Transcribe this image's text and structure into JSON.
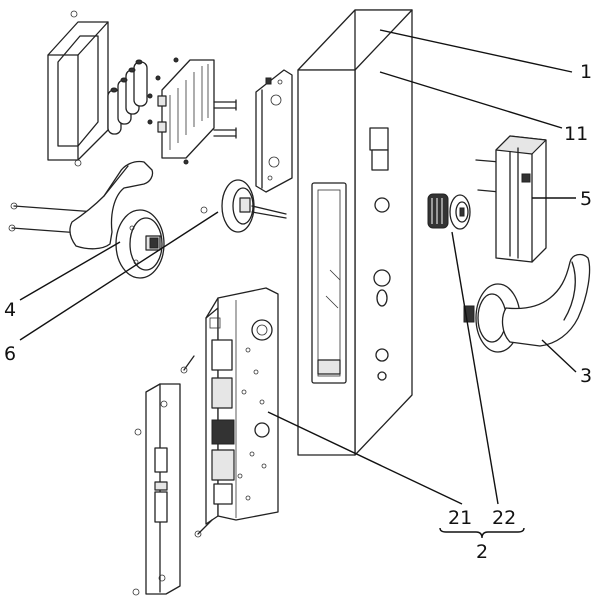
{
  "labels": {
    "body": "1",
    "cover": "11",
    "battery_box": "5",
    "inner_handle": "4",
    "outer_handle": "3",
    "spindle": "6",
    "mortise": "21",
    "cylinder": "22",
    "lock_assembly": "2"
  }
}
